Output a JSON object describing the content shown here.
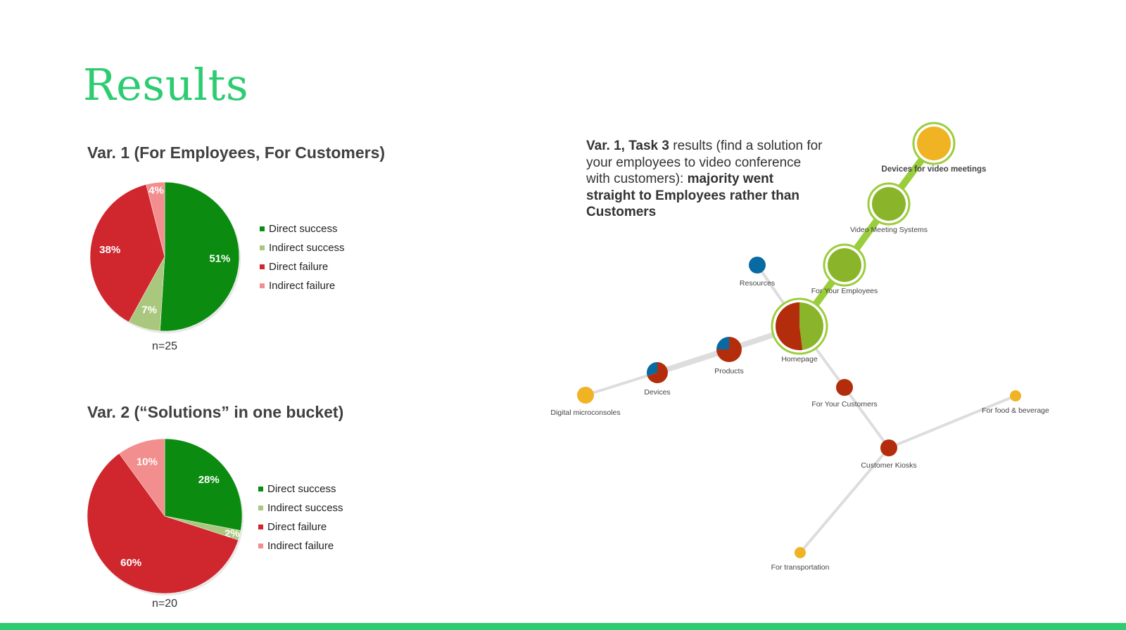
{
  "slide": {
    "title": "Results",
    "accent_color": "#2ecc71"
  },
  "chart_data": [
    {
      "type": "pie",
      "title": "Var. 1 (For Employees, For Customers)",
      "footnote": "n=25",
      "labels": [
        "Direct success",
        "Indirect success",
        "Direct failure",
        "Indirect failure"
      ],
      "values": [
        51,
        7,
        38,
        4
      ],
      "value_labels": [
        "51%",
        "7%",
        "38%",
        "4%"
      ],
      "colors": [
        "#0b8c11",
        "#a9c77d",
        "#d0262e",
        "#f28e8e"
      ],
      "legend_position": "right"
    },
    {
      "type": "pie",
      "title": "Var. 2 (“Solutions” in one bucket)",
      "footnote": "n=20",
      "labels": [
        "Direct success",
        "Indirect success",
        "Direct failure",
        "Indirect failure"
      ],
      "values": [
        28,
        2,
        60,
        10
      ],
      "value_labels": [
        "28%",
        "2%",
        "60%",
        "10%"
      ],
      "colors": [
        "#0b8c11",
        "#a9c77d",
        "#d0262e",
        "#f28e8e"
      ],
      "legend_position": "right"
    },
    {
      "type": "tree",
      "description": {
        "bold_lead": "Var. 1, Task 3",
        "text": " results (find a solution for your employees to video conference with customers): ",
        "bold_tail": "majority went straight to Employees rather than Customers"
      },
      "nodes": [
        {
          "id": "homepage",
          "label": "Homepage",
          "shares": [
            {
              "color": "#8ab52a",
              "value": 48
            },
            {
              "color": "#b32d0c",
              "value": 52
            }
          ],
          "highlight": true
        },
        {
          "id": "for-employees",
          "label": "For Your Employees",
          "shares": [
            {
              "color": "#8ab52a",
              "value": 100
            }
          ],
          "highlight": true
        },
        {
          "id": "video-systems",
          "label": "Video Meeting Systems",
          "shares": [
            {
              "color": "#8ab52a",
              "value": 100
            }
          ],
          "highlight": true
        },
        {
          "id": "video-devices",
          "label": "Devices for video meetings",
          "shares": [
            {
              "color": "#f0b323",
              "value": 100
            }
          ],
          "highlight": true,
          "bold": true
        },
        {
          "id": "resources",
          "label": "Resources",
          "shares": [
            {
              "color": "#086aa3",
              "value": 100
            }
          ]
        },
        {
          "id": "products",
          "label": "Products",
          "shares": [
            {
              "color": "#b32d0c",
              "value": 75
            },
            {
              "color": "#086aa3",
              "value": 25
            }
          ]
        },
        {
          "id": "devices",
          "label": "Devices",
          "shares": [
            {
              "color": "#b32d0c",
              "value": 70
            },
            {
              "color": "#086aa3",
              "value": 30
            }
          ]
        },
        {
          "id": "digital-micro",
          "label": "Digital microconsoles",
          "shares": [
            {
              "color": "#f0b323",
              "value": 100
            }
          ]
        },
        {
          "id": "for-customers",
          "label": "For Your Customers",
          "shares": [
            {
              "color": "#b32d0c",
              "value": 100
            }
          ]
        },
        {
          "id": "kiosks",
          "label": "Customer Kiosks",
          "shares": [
            {
              "color": "#b32d0c",
              "value": 100
            }
          ]
        },
        {
          "id": "food-bev",
          "label": "For food & beverage",
          "shares": [
            {
              "color": "#f0b323",
              "value": 100
            }
          ]
        },
        {
          "id": "transport",
          "label": "For transportation",
          "shares": [
            {
              "color": "#f0b323",
              "value": 100
            }
          ]
        }
      ],
      "edges": [
        {
          "from": "homepage",
          "to": "for-employees",
          "highlight": true
        },
        {
          "from": "for-employees",
          "to": "video-systems",
          "highlight": true
        },
        {
          "from": "video-systems",
          "to": "video-devices",
          "highlight": true
        },
        {
          "from": "homepage",
          "to": "resources"
        },
        {
          "from": "homepage",
          "to": "products"
        },
        {
          "from": "products",
          "to": "devices"
        },
        {
          "from": "devices",
          "to": "digital-micro"
        },
        {
          "from": "homepage",
          "to": "for-customers"
        },
        {
          "from": "for-customers",
          "to": "kiosks"
        },
        {
          "from": "kiosks",
          "to": "food-bev"
        },
        {
          "from": "kiosks",
          "to": "transport"
        }
      ]
    }
  ]
}
